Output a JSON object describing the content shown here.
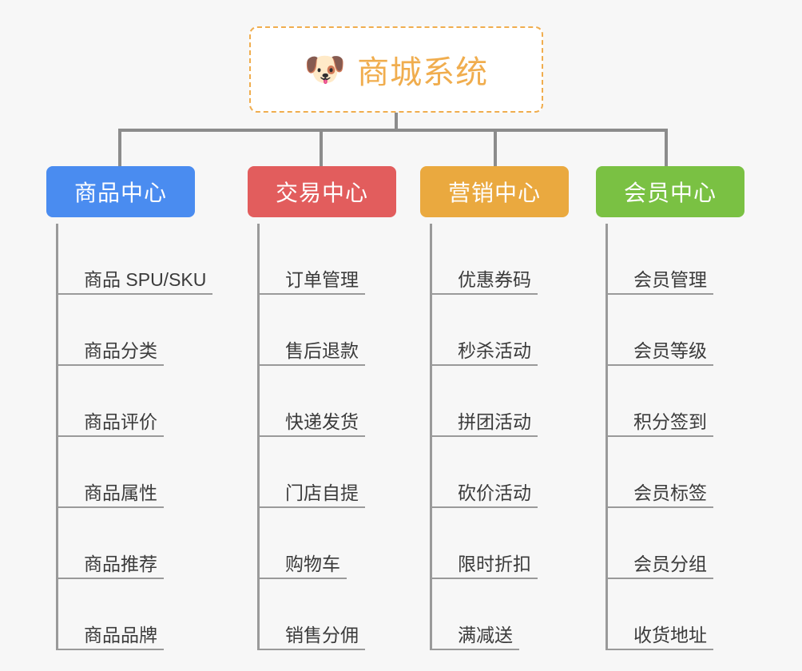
{
  "page": {
    "background_color": "#f7f7f7",
    "type": "mindmap"
  },
  "root": {
    "icon": "shiba-dog-face-icon",
    "emoji": "🐶",
    "title": "商城系统",
    "border_color": "#f0ad4e",
    "text_color": "#f0ad4e",
    "background_color": "#ffffff"
  },
  "connector": {
    "color": "#8c8c8c"
  },
  "branches": [
    {
      "id": "product-center",
      "label": "商品中心",
      "color": "#4a8cf0",
      "items": [
        "商品 SPU/SKU",
        "商品分类",
        "商品评价",
        "商品属性",
        "商品推荐",
        "商品品牌"
      ]
    },
    {
      "id": "trade-center",
      "label": "交易中心",
      "color": "#e25d5d",
      "items": [
        "订单管理",
        "售后退款",
        "快递发货",
        "门店自提",
        "购物车",
        "销售分佣"
      ]
    },
    {
      "id": "marketing-center",
      "label": "营销中心",
      "color": "#eaa93f",
      "items": [
        "优惠券码",
        "秒杀活动",
        "拼团活动",
        "砍价活动",
        "限时折扣",
        "满减送"
      ]
    },
    {
      "id": "member-center",
      "label": "会员中心",
      "color": "#7ac143",
      "items": [
        "会员管理",
        "会员等级",
        "积分签到",
        "会员标签",
        "会员分组",
        "收货地址"
      ]
    }
  ]
}
